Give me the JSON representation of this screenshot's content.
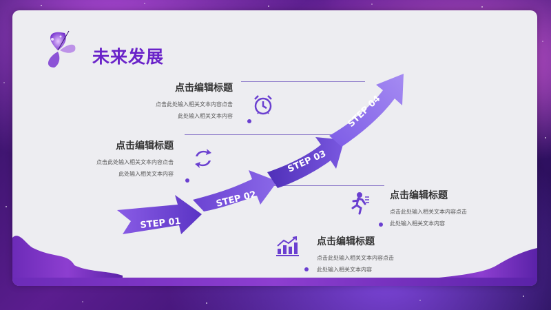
{
  "slide": {
    "title": "未来发展"
  },
  "steps": [
    "STEP 01",
    "STEP 02",
    "STEP 03",
    "STEP 04"
  ],
  "blocks": [
    {
      "heading": "点击编辑标题",
      "line1": "点击此处输入相关文本内容点击",
      "line2": "此处输入相关文本内容",
      "icon": "alarm-clock-icon"
    },
    {
      "heading": "点击编辑标题",
      "line1": "点击此处输入相关文本内容点击",
      "line2": "此处输入相关文本内容",
      "icon": "refresh-cycle-icon"
    },
    {
      "heading": "点击编辑标题",
      "line1": "点击此处输入相关文本内容点击",
      "line2": "此处输入相关文本内容",
      "icon": "running-person-icon"
    },
    {
      "heading": "点击编辑标题",
      "line1": "点击此处输入相关文本内容点击",
      "line2": "此处输入相关文本内容",
      "icon": "growth-chart-icon"
    }
  ],
  "colors": {
    "accent": "#6a23c9",
    "arrow_light": "#a78bf0",
    "arrow_dark": "#4a2bb0",
    "card": "#ededf1"
  }
}
